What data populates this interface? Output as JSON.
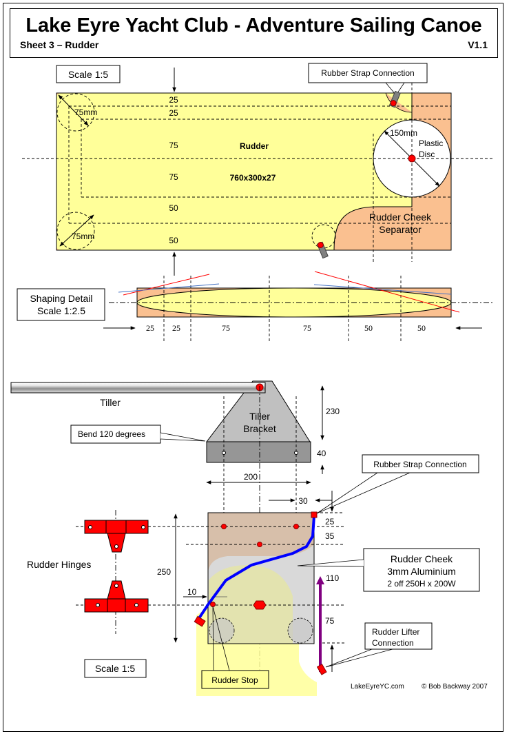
{
  "header": {
    "title": "Lake Eyre Yacht Club - Adventure Sailing Canoe",
    "sheet": "Sheet 3 – Rudder",
    "version": "V1.1"
  },
  "rudder_plan": {
    "scale_label": "Scale 1:5",
    "callout_strap": "Rubber Strap Connection",
    "name": "Rudder",
    "size": "760x300x27",
    "dims_vertical": [
      "25",
      "25",
      "75",
      "75",
      "50",
      "50"
    ],
    "corner_radius_top": "75mm",
    "corner_radius_bottom": "75mm",
    "disc_diameter": "150mm",
    "disc_label_1": "Plastic",
    "disc_label_2": "Disc",
    "separator_label_1": "Rudder Cheek",
    "separator_label_2": "Separator"
  },
  "shaping": {
    "label_1": "Shaping Detail",
    "label_2": "Scale 1:2.5",
    "dims": [
      "25",
      "25",
      "75",
      "75",
      "50",
      "50"
    ]
  },
  "tiller": {
    "tiller_label": "Tiller",
    "bracket_label_1": "Tiller",
    "bracket_label_2": "Bracket",
    "bend_callout": "Bend 120 degrees",
    "dim_height": "230",
    "dim_thickness": "40",
    "dim_width": "200"
  },
  "cheek": {
    "strap_callout": "Rubber Strap Connection",
    "dim_offset": "30",
    "dim_25": "25",
    "dim_35": "35",
    "dim_250": "250",
    "dim_10": "10",
    "dim_110": "110",
    "dim_75": "75",
    "cheek_callout_1": "Rudder Cheek",
    "cheek_callout_2": "3mm Aluminium",
    "cheek_callout_3": "2 off 250H x 200W",
    "hinges_label": "Rudder Hinges",
    "scale_label": "Scale 1:5",
    "stop_callout": "Rudder Stop",
    "lifter_callout_1": "Rudder Lifter",
    "lifter_callout_2": "Connection"
  },
  "footer": {
    "website": "LakeEyreYC.com",
    "copyright": "© Bob Backway 2007"
  },
  "colors": {
    "wood": "#FFFF99",
    "separator": "#FAC090",
    "marker": "#FF0000",
    "rope": "#0000FF",
    "lifter": "#800080",
    "bracket_light": "#C0C0C0",
    "bracket_dark": "#969696"
  }
}
